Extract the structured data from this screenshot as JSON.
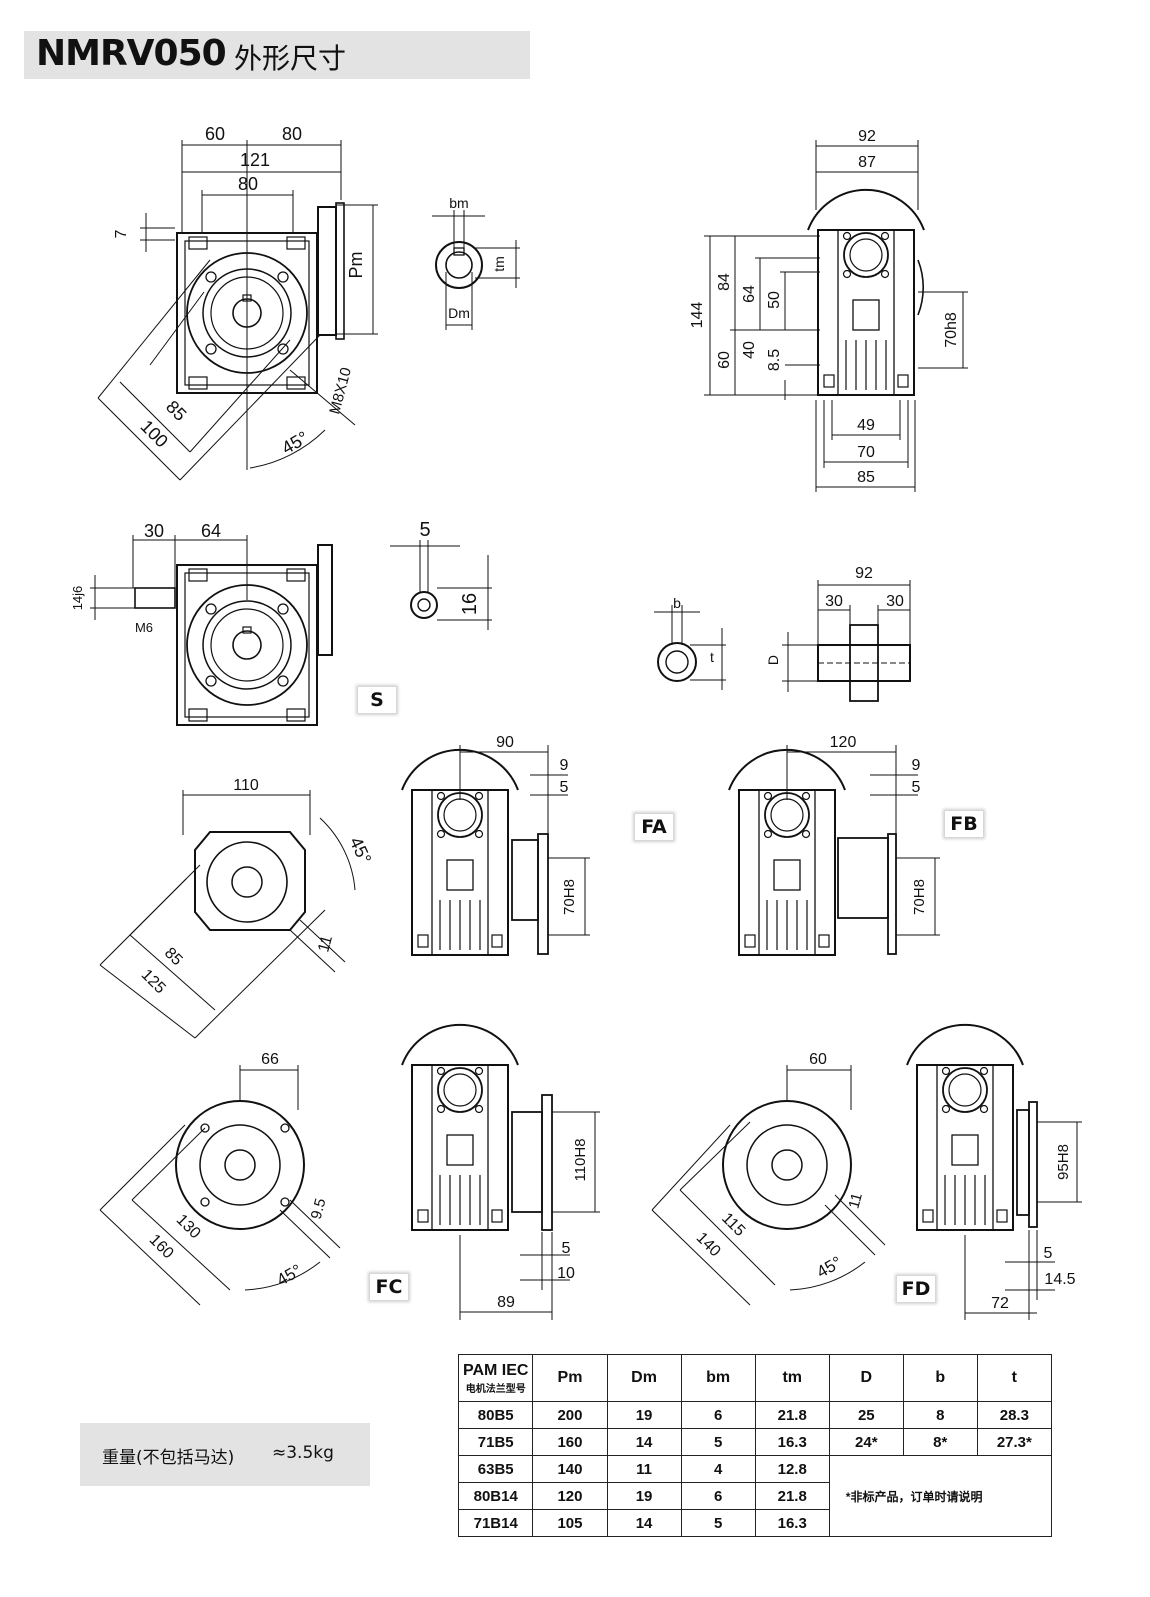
{
  "header": {
    "model": "NMRV050",
    "subtitle": "外形尺寸"
  },
  "views": {
    "top_left": {
      "dims": [
        "60",
        "80",
        "121",
        "80",
        "7",
        "Pm",
        "85",
        "100",
        "45°",
        "M8X10"
      ]
    },
    "keyway": {
      "dims": [
        "bm",
        "tm",
        "Dm"
      ]
    },
    "top_right": {
      "dims": [
        "92",
        "87",
        "144",
        "84",
        "64",
        "50",
        "60",
        "40",
        "8.5",
        "70h8",
        "49",
        "70",
        "85"
      ]
    },
    "input_shaft": {
      "dims": [
        "30",
        "64",
        "14j6",
        "M6",
        "5",
        "16"
      ],
      "label": "S"
    },
    "hollow_shaft": {
      "dims": [
        "b",
        "t",
        "D",
        "92",
        "30",
        "30"
      ]
    },
    "fa": {
      "dims": [
        "110",
        "45°",
        "85",
        "125",
        "11",
        "90",
        "9",
        "5",
        "70H8"
      ],
      "label": "FA"
    },
    "fb": {
      "dims": [
        "120",
        "9",
        "5",
        "70H8"
      ],
      "label": "FB"
    },
    "fc": {
      "dims": [
        "66",
        "130",
        "160",
        "9.5",
        "45°",
        "110H8",
        "5",
        "10",
        "89"
      ],
      "label": "FC"
    },
    "fd": {
      "dims": [
        "60",
        "115",
        "140",
        "11",
        "45°",
        "95H8",
        "5",
        "14.5",
        "72"
      ],
      "label": "FD"
    }
  },
  "weight": {
    "label": "重量(不包括马达)",
    "value": "≈3.5kg"
  },
  "table": {
    "headers": {
      "pam_main": "PAM IEC",
      "pam_sub": "电机法兰型号",
      "pm": "Pm",
      "dm": "Dm",
      "bm": "bm",
      "tm": "tm",
      "d": "D",
      "b": "b",
      "t": "t"
    },
    "rows": [
      {
        "pam": "80B5",
        "pm": "200",
        "dm": "19",
        "bm": "6",
        "tm": "21.8",
        "d": "25",
        "b": "8",
        "t": "28.3"
      },
      {
        "pam": "71B5",
        "pm": "160",
        "dm": "14",
        "bm": "5",
        "tm": "16.3",
        "d": "24*",
        "b": "8*",
        "t": "27.3*"
      },
      {
        "pam": "63B5",
        "pm": "140",
        "dm": "11",
        "bm": "4",
        "tm": "12.8"
      },
      {
        "pam": "80B14",
        "pm": "120",
        "dm": "19",
        "bm": "6",
        "tm": "21.8"
      },
      {
        "pam": "71B14",
        "pm": "105",
        "dm": "14",
        "bm": "5",
        "tm": "16.3"
      }
    ],
    "note": "*非标产品，订单时请说明"
  }
}
